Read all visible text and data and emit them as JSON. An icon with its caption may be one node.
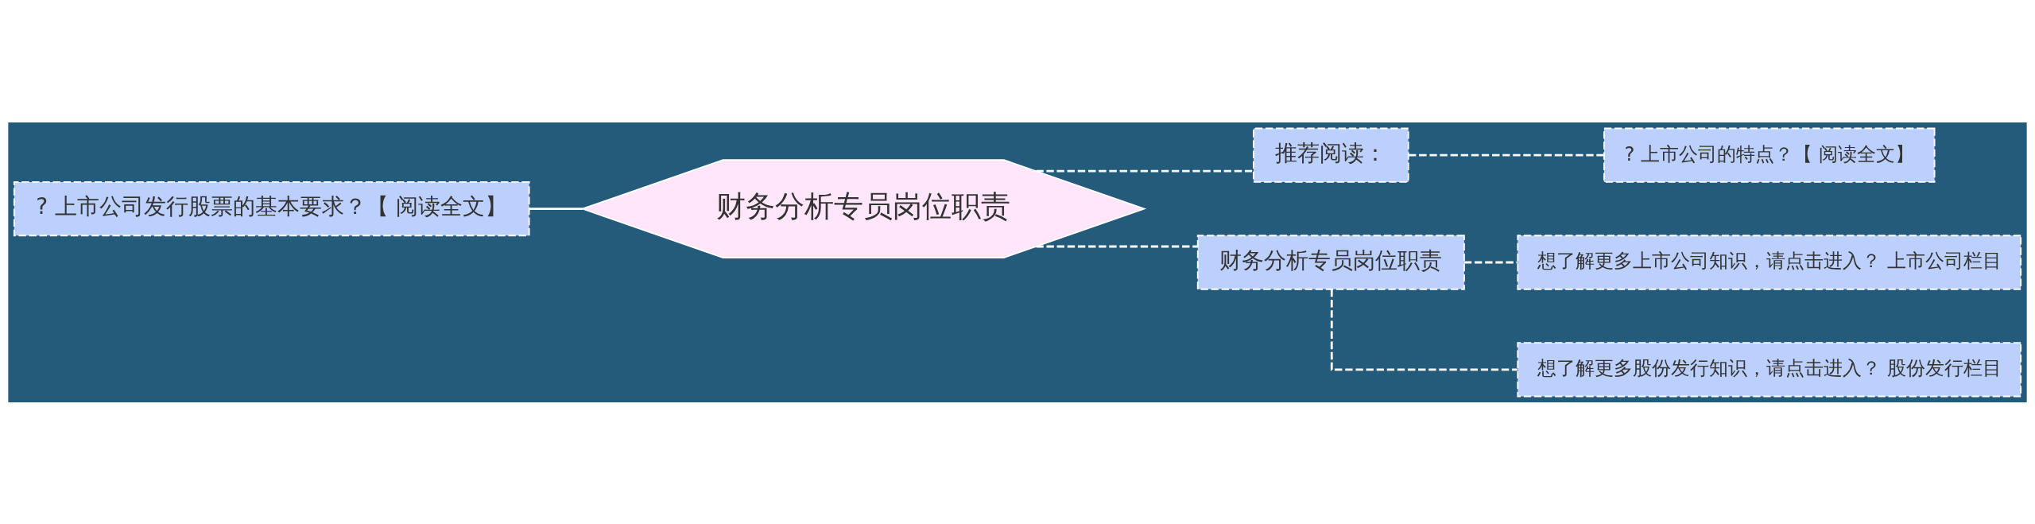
{
  "diagram": {
    "nodes": [
      {
        "text": [
          "? 上市公司发行股票的基本要求？【 阅读全文】"
        ]
      },
      {
        "text": [
          "财务分析专员岗位职责"
        ]
      },
      {
        "text": [
          "推荐阅读："
        ]
      },
      {
        "text": [
          "? 上市公司的特点？【 阅读全文】"
        ]
      },
      {
        "text": [
          "财务分析专员岗位职责"
        ]
      },
      {
        "text": [
          "想了解更多上市公司知识，请点击进入？ 上市公司栏目"
        ]
      },
      {
        "text": [
          "想了解更多股份发行知识，请点击进入？ 股份发行栏目"
        ]
      }
    ],
    "edges": [
      {
        "from": 0,
        "to": 1,
        "arrow": "none"
      },
      {
        "from": 1,
        "to": 2,
        "arrow": "none",
        "style": "dashed"
      },
      {
        "from": 1,
        "to": 4,
        "arrow": "none",
        "style": "dashed"
      },
      {
        "from": 2,
        "to": 3,
        "arrow": "none",
        "style": "dashed"
      },
      {
        "from": 4,
        "to": 5,
        "arrow": "none",
        "style": "dashed"
      },
      {
        "from": 4,
        "to": 6,
        "arrow": "none",
        "style": "dashed"
      }
    ]
  }
}
